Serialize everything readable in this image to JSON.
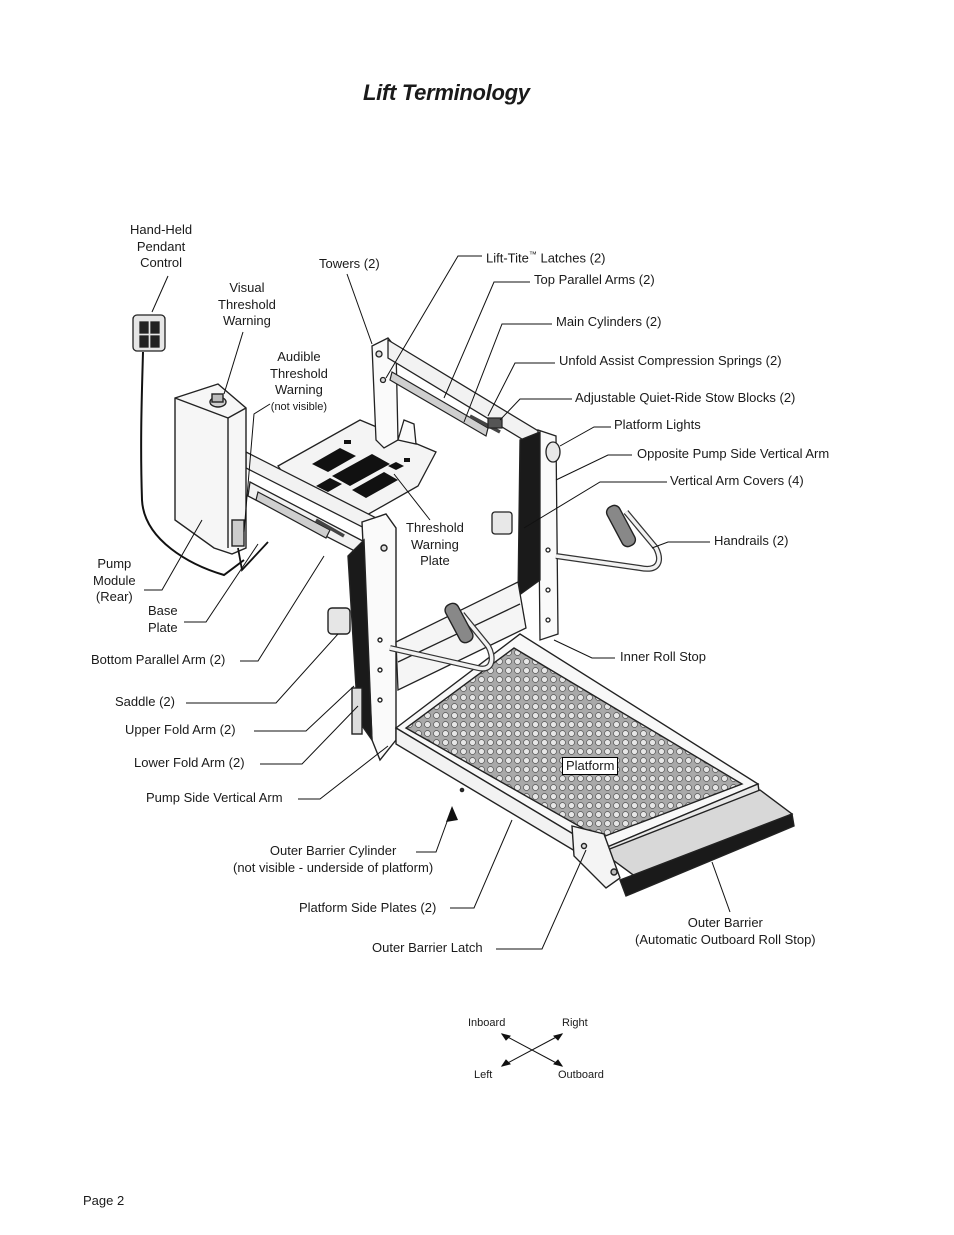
{
  "title": "Lift Terminology",
  "labels": {
    "hand_held_pendant": [
      "Hand-Held",
      "Pendant",
      "Control"
    ],
    "visual_threshold": [
      "Visual",
      "Threshold",
      "Warning"
    ],
    "audible_threshold": [
      "Audible",
      "Threshold",
      "Warning"
    ],
    "audible_note": "(not visible)",
    "towers": "Towers (2)",
    "lift_tite_latches_a": "Lift-Tite",
    "lift_tite_tm": "™",
    "lift_tite_latches_b": " Latches (2)",
    "top_parallel_arms": "Top Parallel Arms (2)",
    "main_cylinders": "Main Cylinders (2)",
    "unfold_assist": "Unfold Assist Compression Springs (2)",
    "stow_blocks": "Adjustable Quiet-Ride Stow Blocks (2)",
    "platform_lights": "Platform Lights",
    "opposite_vertical_arm": "Opposite Pump Side Vertical Arm",
    "vertical_arm_covers": "Vertical Arm Covers (4)",
    "handrails": "Handrails (2)",
    "threshold_plate": [
      "Threshold",
      "Warning",
      "Plate"
    ],
    "pump_module": [
      "Pump",
      "Module",
      "(Rear)"
    ],
    "base_plate": [
      "Base",
      "Plate"
    ],
    "bottom_parallel_arm": "Bottom Parallel Arm (2)",
    "inner_roll_stop": "Inner Roll Stop",
    "saddle": "Saddle (2)",
    "upper_fold_arm": "Upper Fold Arm (2)",
    "lower_fold_arm": "Lower Fold Arm (2)",
    "pump_side_vertical_arm": "Pump Side Vertical Arm",
    "platform": "Platform",
    "outer_barrier_cylinder": [
      "Outer Barrier Cylinder",
      "(not visible - underside of platform)"
    ],
    "platform_side_plates": "Platform Side Plates (2)",
    "outer_barrier_latch": "Outer Barrier Latch",
    "outer_barrier": [
      "Outer Barrier",
      "(Automatic Outboard Roll Stop)"
    ]
  },
  "compass": {
    "inboard": "Inboard",
    "right": "Right",
    "left": "Left",
    "outboard": "Outboard"
  },
  "page_label": "Page 2"
}
